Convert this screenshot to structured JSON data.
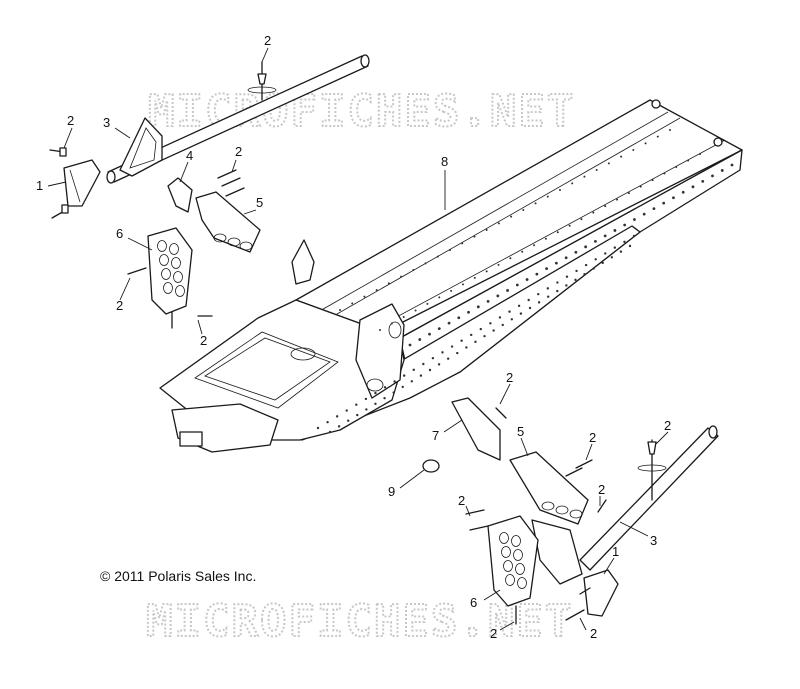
{
  "watermark": {
    "text": "MICROFICHES.NET"
  },
  "copyright": {
    "text": "© 2011 Polaris Sales Inc."
  },
  "callouts": [
    {
      "label": "2"
    },
    {
      "label": "2"
    },
    {
      "label": "3"
    },
    {
      "label": "1"
    },
    {
      "label": "4"
    },
    {
      "label": "2"
    },
    {
      "label": "5"
    },
    {
      "label": "6"
    },
    {
      "label": "2"
    },
    {
      "label": "2"
    },
    {
      "label": "8"
    },
    {
      "label": "2"
    },
    {
      "label": "7"
    },
    {
      "label": "5"
    },
    {
      "label": "2"
    },
    {
      "label": "2"
    },
    {
      "label": "9"
    },
    {
      "label": "2"
    },
    {
      "label": "2"
    },
    {
      "label": "3"
    },
    {
      "label": "1"
    },
    {
      "label": "6"
    },
    {
      "label": "2"
    },
    {
      "label": "2"
    }
  ]
}
